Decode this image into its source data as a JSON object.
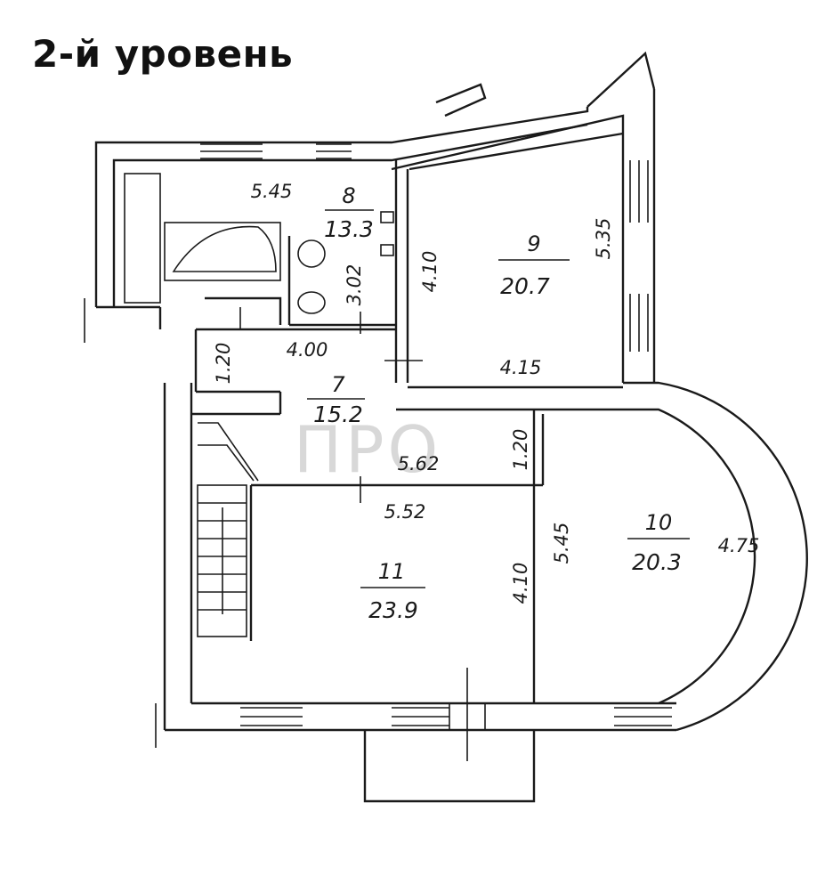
{
  "title": "2-й уровень",
  "watermark": "ПРО",
  "rooms": [
    {
      "number": "8",
      "area": "13.3"
    },
    {
      "number": "9",
      "area": "20.7"
    },
    {
      "number": "7",
      "area": "15.2"
    },
    {
      "number": "10",
      "area": "20.3"
    },
    {
      "number": "11",
      "area": "23.9"
    }
  ],
  "dimensions": {
    "room8_width": "5.45",
    "room8_depth": "3.02",
    "room9_left": "4.10",
    "room9_right": "5.35",
    "room9_bottom": "4.15",
    "room7_width": "4.00",
    "room7_depth": "1.20",
    "corridor_width": "5.62",
    "corridor_depth": "1.20",
    "room11_width": "5.52",
    "room11_depth": "4.10",
    "room10_left": "5.45",
    "room10_radius": "4.75"
  },
  "colors": {
    "ink": "#1a1a1a",
    "background": "#ffffff"
  }
}
